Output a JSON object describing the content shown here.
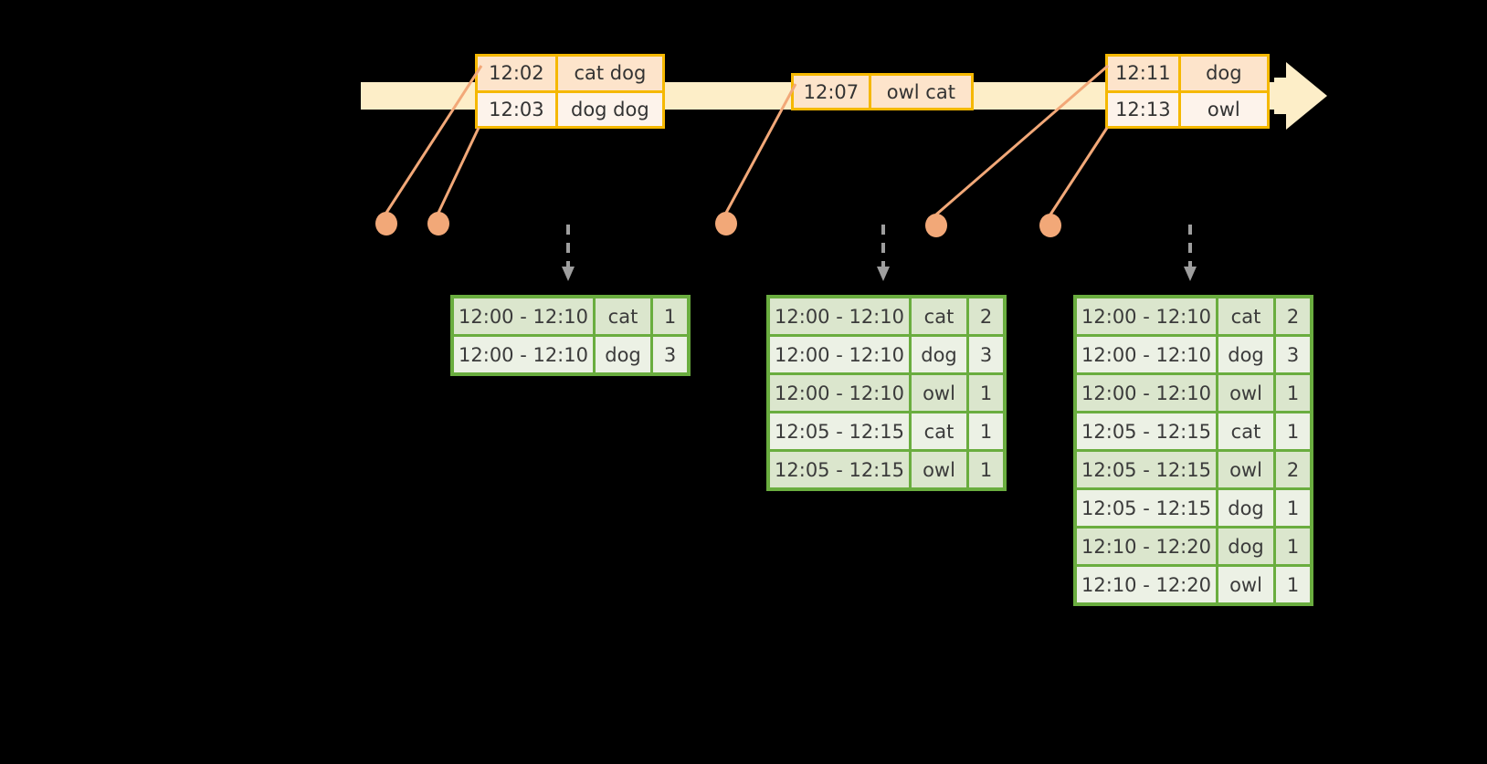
{
  "timeline": {
    "name": "event-stream-timeline",
    "direction_icon": "right-arrow-icon",
    "events": [
      {
        "time": "12:02",
        "value": "cat dog"
      },
      {
        "time": "12:03",
        "value": "dog dog"
      },
      {
        "time": "12:07",
        "value": "owl cat"
      },
      {
        "time": "12:11",
        "value": "dog"
      },
      {
        "time": "12:13",
        "value": "owl"
      }
    ],
    "groups": [
      {
        "id": "group-1",
        "rows": [
          0,
          1
        ]
      },
      {
        "id": "group-2",
        "rows": [
          2
        ]
      },
      {
        "id": "group-3",
        "rows": [
          3,
          4
        ]
      }
    ]
  },
  "colors": {
    "timeline_fill": "#fdeec8",
    "event_border": "#f5b800",
    "event_fill_dark": "#fde4cb",
    "event_fill_light": "#fdf3eb",
    "connector": "#f2a878",
    "dot": "#f2a878",
    "table_border": "#6aad3f",
    "table_fill_dark": "#dbe6cd",
    "table_fill_light": "#ecf1e5",
    "arrow_gray": "#9e9e9e"
  },
  "results": {
    "columns": [
      "window",
      "key",
      "count"
    ],
    "tables": [
      {
        "name": "result-table-1",
        "rows": [
          {
            "window": "12:00 - 12:10",
            "key": "cat",
            "count": "1",
            "shade": "dark"
          },
          {
            "window": "12:00 - 12:10",
            "key": "dog",
            "count": "3",
            "shade": "light"
          }
        ]
      },
      {
        "name": "result-table-2",
        "rows": [
          {
            "window": "12:00 - 12:10",
            "key": "cat",
            "count": "2",
            "shade": "dark"
          },
          {
            "window": "12:00 - 12:10",
            "key": "dog",
            "count": "3",
            "shade": "light"
          },
          {
            "window": "12:00 - 12:10",
            "key": "owl",
            "count": "1",
            "shade": "dark"
          },
          {
            "window": "12:05 - 12:15",
            "key": "cat",
            "count": "1",
            "shade": "light"
          },
          {
            "window": "12:05 - 12:15",
            "key": "owl",
            "count": "1",
            "shade": "dark"
          }
        ]
      },
      {
        "name": "result-table-3",
        "rows": [
          {
            "window": "12:00 - 12:10",
            "key": "cat",
            "count": "2",
            "shade": "dark"
          },
          {
            "window": "12:00 - 12:10",
            "key": "dog",
            "count": "3",
            "shade": "light"
          },
          {
            "window": "12:00 - 12:10",
            "key": "owl",
            "count": "1",
            "shade": "dark"
          },
          {
            "window": "12:05 - 12:15",
            "key": "cat",
            "count": "1",
            "shade": "light"
          },
          {
            "window": "12:05 - 12:15",
            "key": "owl",
            "count": "2",
            "shade": "dark"
          },
          {
            "window": "12:05 - 12:15",
            "key": "dog",
            "count": "1",
            "shade": "light"
          },
          {
            "window": "12:10 - 12:20",
            "key": "dog",
            "count": "1",
            "shade": "dark"
          },
          {
            "window": "12:10 - 12:20",
            "key": "owl",
            "count": "1",
            "shade": "light"
          }
        ]
      }
    ]
  }
}
